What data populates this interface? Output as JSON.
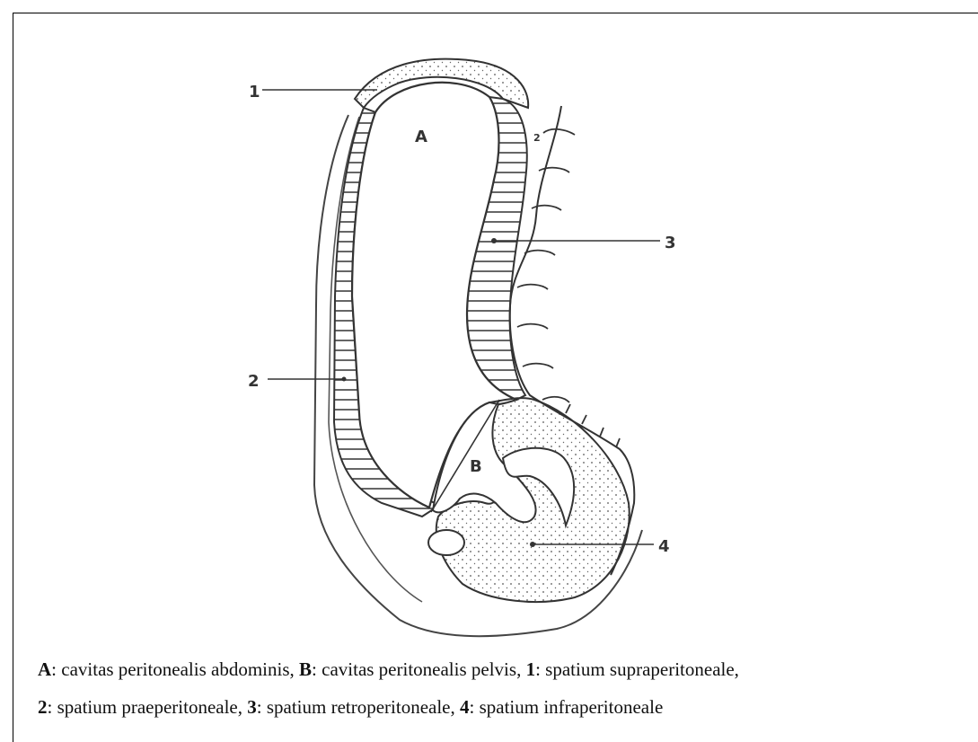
{
  "figure": {
    "region_labels": {
      "a": "A",
      "b": "B"
    },
    "callouts": {
      "c1": "1",
      "c2": "2",
      "c3": "3",
      "c4": "4",
      "vert": "2"
    }
  },
  "caption": {
    "line1": [
      {
        "key": "A",
        "text": ": cavitas peritonealis abdominis, "
      },
      {
        "key": "B",
        "text": ": cavitas peritonealis pelvis, "
      },
      {
        "key": "1",
        "text": ": spatium supraperitoneale,"
      }
    ],
    "line2": [
      {
        "key": "2",
        "text": ": spatium praeperitoneale, "
      },
      {
        "key": "3",
        "text": ": spatium retroperitoneale, "
      },
      {
        "key": "4",
        "text": ": spatium infraperitoneale"
      }
    ]
  }
}
